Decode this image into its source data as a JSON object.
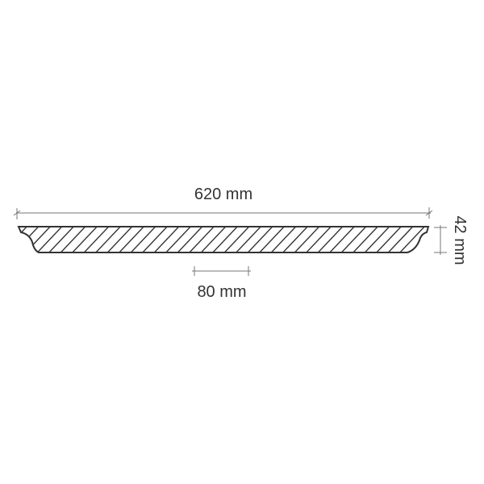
{
  "dimensions": {
    "length_label": "620 mm",
    "module_label": "80 mm",
    "height_label": "42 mm"
  },
  "colors": {
    "line": "#333333",
    "dimension_line": "#777777"
  }
}
